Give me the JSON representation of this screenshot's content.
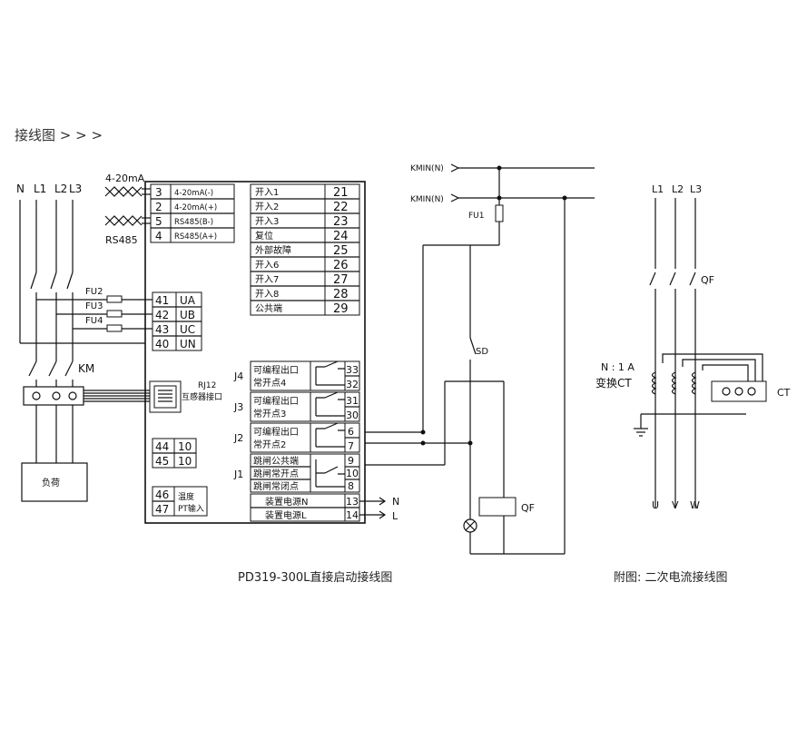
{
  "page_title": "接线图 > > >",
  "caption_main": "PD319-300L直接启动接线图",
  "caption_aux": "附图:  二次电流接线图",
  "power_lines": {
    "n": "N",
    "l1": "L1",
    "l2": "L2",
    "l3": "L3"
  },
  "fuses": {
    "fu2": "FU2",
    "fu3": "FU3",
    "fu4": "FU4",
    "fu1": "FU1"
  },
  "contactor": "KM",
  "load": "负荷",
  "signal_4_20": "4-20mA",
  "signal_rs485": "RS485",
  "rj12": {
    "line1": "RJ12",
    "line2": "互感器接口"
  },
  "comm_terminals": [
    {
      "num": "3",
      "label": "4-20mA(-)"
    },
    {
      "num": "2",
      "label": "4-20mA(+)"
    },
    {
      "num": "5",
      "label": "RS485(B-)"
    },
    {
      "num": "4",
      "label": "RS485(A+)"
    }
  ],
  "voltage_terminals": [
    {
      "num": "41",
      "label": "UA"
    },
    {
      "num": "42",
      "label": "UB"
    },
    {
      "num": "43",
      "label": "UC"
    },
    {
      "num": "40",
      "label": "UN"
    }
  ],
  "inputs": [
    {
      "label": "开入1",
      "num": "21"
    },
    {
      "label": "开入2",
      "num": "22"
    },
    {
      "label": "开入3",
      "num": "23"
    },
    {
      "label": "复位",
      "num": "24"
    },
    {
      "label": "外部故障",
      "num": "25"
    },
    {
      "label": "开入6",
      "num": "26"
    },
    {
      "label": "开入7",
      "num": "27"
    },
    {
      "label": "开入8",
      "num": "28"
    },
    {
      "label": "公共端",
      "num": "29"
    }
  ],
  "relays": {
    "j4": {
      "tag": "J4",
      "line1": "可编程出口",
      "line2": "常开点4",
      "a": "33",
      "b": "32"
    },
    "j3": {
      "tag": "J3",
      "line1": "可编程出口",
      "line2": "常开点3",
      "a": "31",
      "b": "30"
    },
    "j2": {
      "tag": "J2",
      "line1": "可编程出口",
      "line2": "常开点2",
      "a": "6",
      "b": "7"
    },
    "j1": {
      "tag": "J1",
      "rows": [
        {
          "label": "跳闸公共端",
          "num": "9"
        },
        {
          "label": "跳闸常开点",
          "num": "10"
        },
        {
          "label": "跳闸常闭点",
          "num": "8"
        }
      ]
    }
  },
  "pair_44_45": [
    {
      "a": "44",
      "b": "10"
    },
    {
      "a": "45",
      "b": "10"
    }
  ],
  "temp_block": {
    "n1": "46",
    "n2": "47",
    "line1": "温度",
    "line2": "PT输入"
  },
  "power_supply": [
    {
      "label": "装置电源N",
      "num": "13",
      "ext": "N"
    },
    {
      "label": "装置电源L",
      "num": "14",
      "ext": "L"
    }
  ],
  "kmin": {
    "top": "KMIN(N)",
    "bottom": "KMIN(N)"
  },
  "sd": "SD",
  "qf_coil": "QF",
  "aux": {
    "l1": "L1",
    "l2": "L2",
    "l3": "L3",
    "qf": "QF",
    "ratio_line1": "N : 1 A",
    "ratio_line2": "变换CT",
    "ct": "CT",
    "u": "U",
    "v": "V",
    "w": "W"
  }
}
